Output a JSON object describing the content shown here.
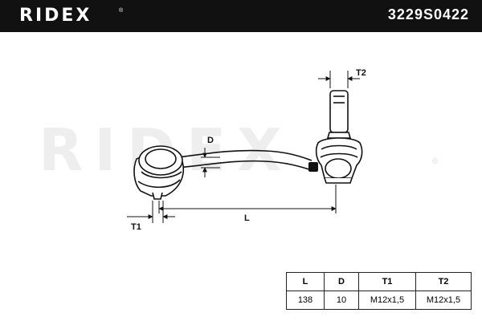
{
  "header": {
    "brand": "RIDEX",
    "brand_mark": "®",
    "part_number": "3229S0422",
    "background_color": "#111111"
  },
  "watermark": {
    "text": "RIDEX",
    "mark": "®"
  },
  "diagram": {
    "dimension_labels": {
      "T2": "T2",
      "D": "D",
      "T1": "T1",
      "L": "L"
    }
  },
  "spec_table": {
    "headers": [
      "L",
      "D",
      "T1",
      "T2"
    ],
    "values": [
      "138",
      "10",
      "M12x1,5",
      "M12x1,5"
    ]
  }
}
